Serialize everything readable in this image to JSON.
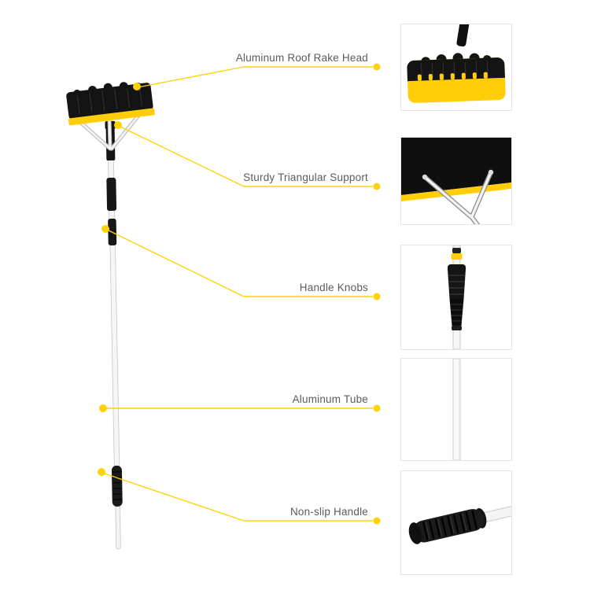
{
  "diagram": {
    "callouts": [
      {
        "label": "Aluminum Roof Rake Head"
      },
      {
        "label": "Sturdy Triangular Support"
      },
      {
        "label": "Handle Knobs"
      },
      {
        "label": "Aluminum Tube"
      },
      {
        "label": "Non-slip Handle"
      }
    ],
    "thumbnails": [
      {
        "name": "roof-rake-head-closeup"
      },
      {
        "name": "triangular-support-closeup"
      },
      {
        "name": "handle-knobs-closeup"
      },
      {
        "name": "aluminum-tube-closeup"
      },
      {
        "name": "non-slip-handle-closeup"
      }
    ],
    "colors": {
      "accent": "#FFD208",
      "blade_yellow": "#FFCE08",
      "label_text": "#5B5B5B",
      "thumb_border": "#E4E4E4",
      "product_black": "#141414"
    }
  }
}
